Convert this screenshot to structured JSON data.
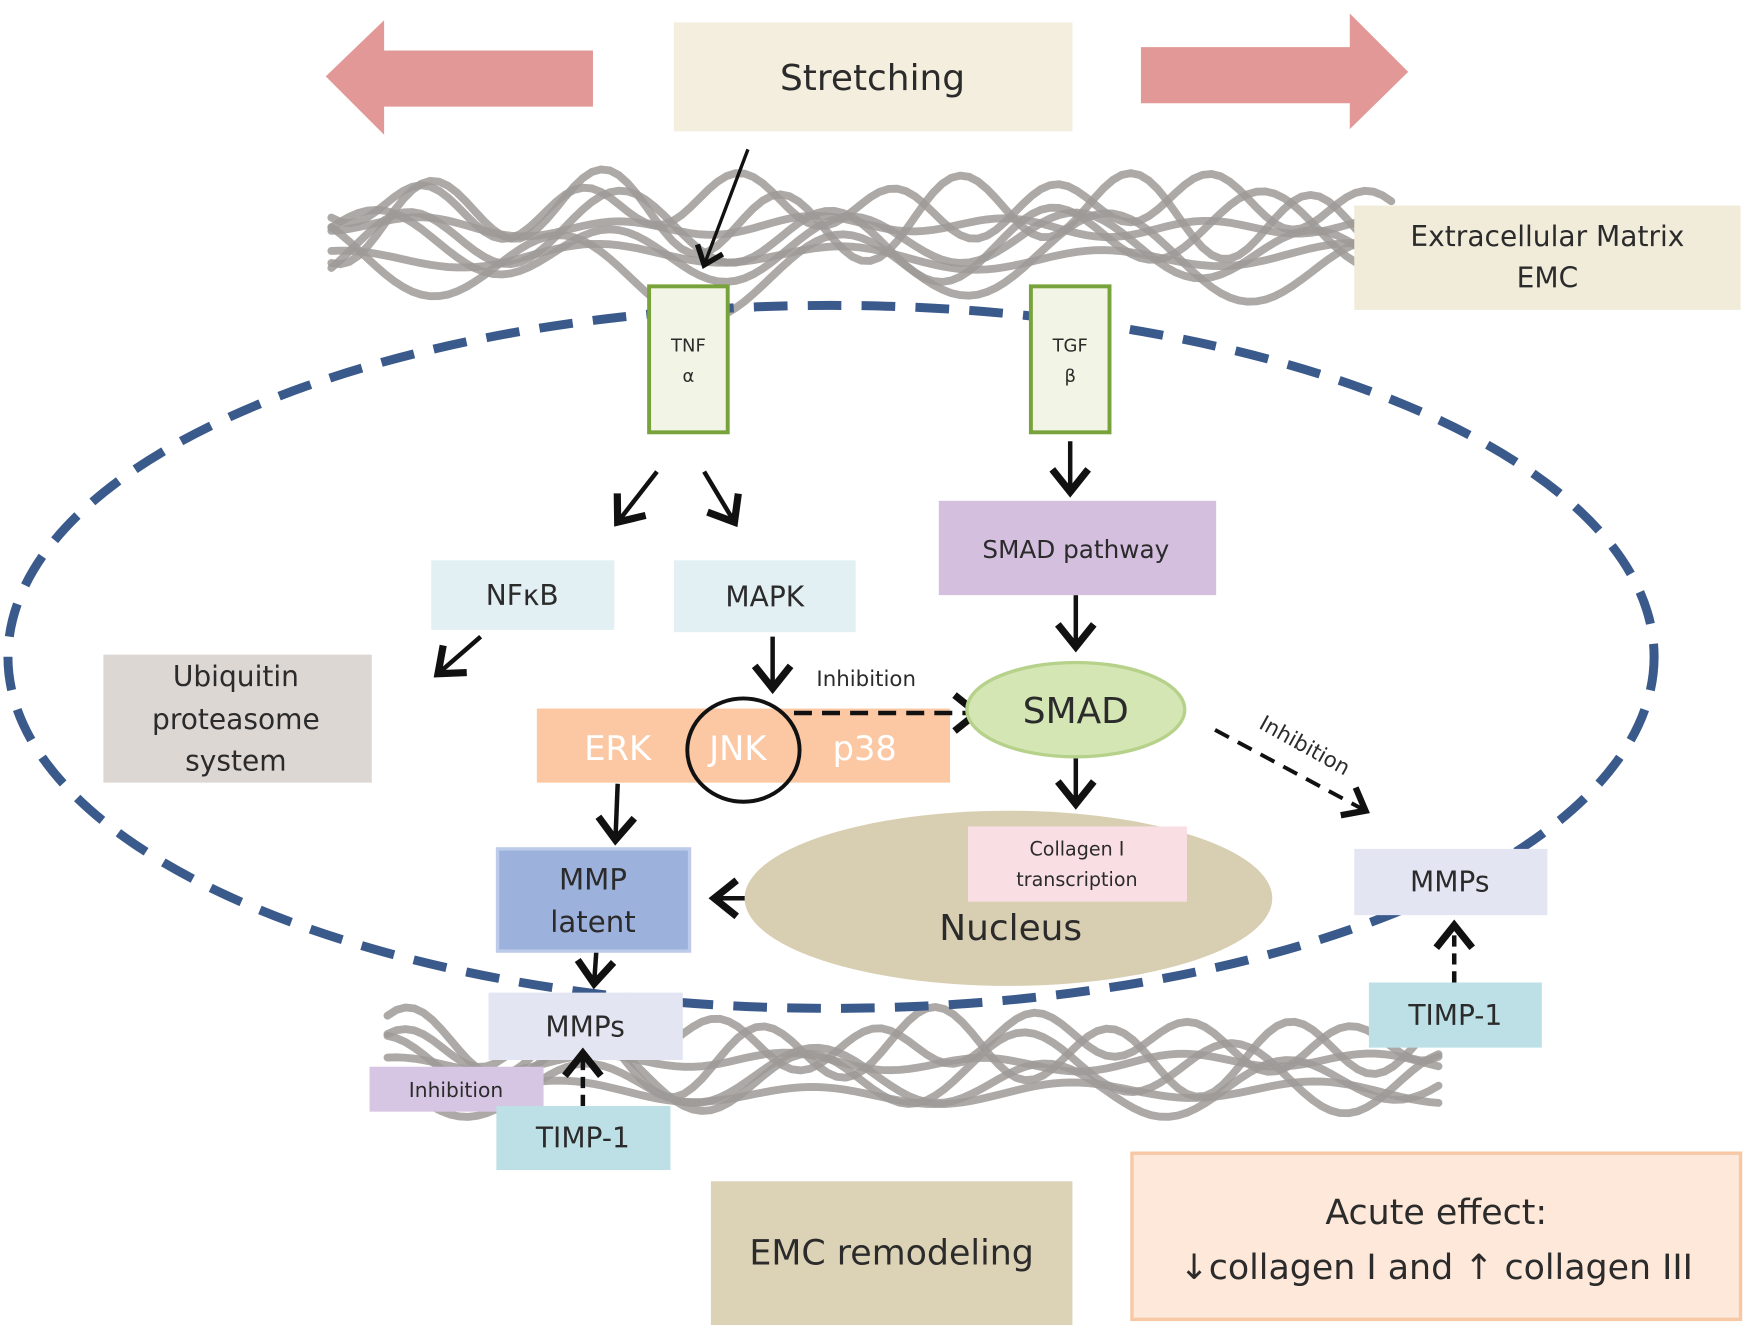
{
  "colors": {
    "stretch_arrow": "#e08d8d",
    "membrane": "#3b5a8c",
    "receptor_border": "#77a33a",
    "fiber": "#9e9a98"
  },
  "labels": {
    "stretching": "Stretching",
    "ecm_line1": "Extracellular Matrix",
    "ecm_line2": "EMC",
    "tnf_line1": "TNF",
    "tnf_line2": "α",
    "tgf_line1": "TGF",
    "tgf_line2": "β",
    "nfkb": "NFκB",
    "mapk": "MAPK",
    "smad_pathway": "SMAD pathway",
    "ubiquitin_line1": "Ubiquitin",
    "ubiquitin_line2": "proteasome",
    "ubiquitin_line3": "system",
    "inhibition_jnk": "Inhibition",
    "erk": "ERK",
    "jnk": "JNK",
    "p38": "p38",
    "smad": "SMAD",
    "inhibition_smad": "Inhibition",
    "collagen_line1": "Collagen I",
    "collagen_line2": "transcription",
    "nucleus": "Nucleus",
    "mmp_latent_line1": "MMP",
    "mmp_latent_line2": "latent",
    "mmps_left": "MMPs",
    "inhibition_box": "Inhibition",
    "timp_left": "TIMP-1",
    "mmps_right": "MMPs",
    "timp_right": "TIMP-1",
    "emc_remodeling": "EMC remodeling",
    "acute_line1": "Acute effect:",
    "acute_line2": "↓collagen I and ↑ collagen III"
  }
}
